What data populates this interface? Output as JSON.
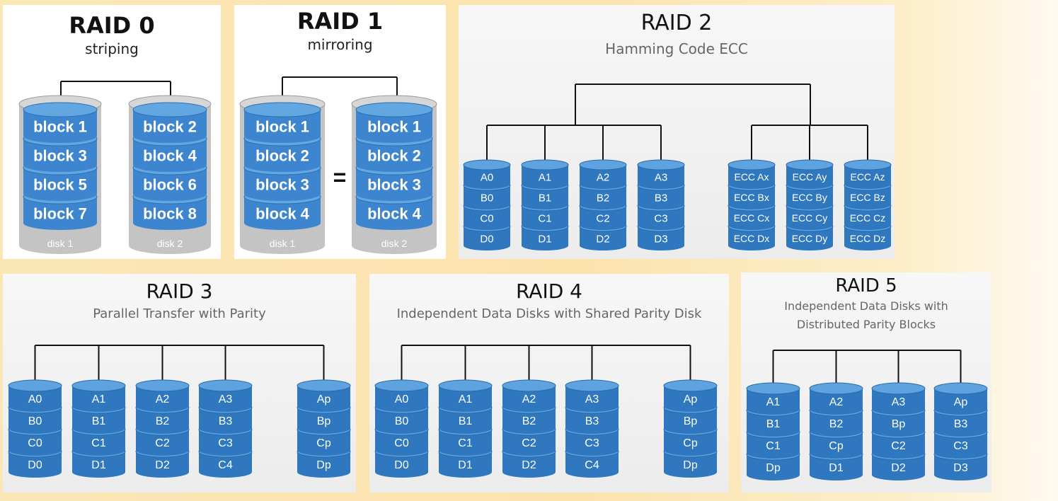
{
  "accent": "#2f7cc4",
  "disk_top": "#5ea3e0",
  "cylinder_gray": "#c8c8c8",
  "raid0": {
    "title": "RAID 0",
    "subtitle": "striping",
    "disks": [
      {
        "label": "disk 1",
        "blocks": [
          "block 1",
          "block 3",
          "block 5",
          "block 7"
        ]
      },
      {
        "label": "disk 2",
        "blocks": [
          "block 2",
          "block 4",
          "block 6",
          "block 8"
        ]
      }
    ]
  },
  "raid1": {
    "title": "RAID 1",
    "subtitle": "mirroring",
    "equals": "=",
    "disks": [
      {
        "label": "disk 1",
        "blocks": [
          "block 1",
          "block 2",
          "block 3",
          "block 4"
        ]
      },
      {
        "label": "disk 2",
        "blocks": [
          "block 1",
          "block 2",
          "block 3",
          "block 4"
        ]
      }
    ]
  },
  "raid2": {
    "title": "RAID 2",
    "subtitle": "Hamming Code ECC",
    "data_disks": [
      [
        "A0",
        "B0",
        "C0",
        "D0"
      ],
      [
        "A1",
        "B1",
        "C1",
        "D1"
      ],
      [
        "A2",
        "B2",
        "C2",
        "D2"
      ],
      [
        "A3",
        "B3",
        "C3",
        "D3"
      ]
    ],
    "ecc_disks": [
      [
        "ECC Ax",
        "ECC Bx",
        "ECC Cx",
        "ECC Dx"
      ],
      [
        "ECC Ay",
        "ECC By",
        "ECC Cy",
        "ECC Dy"
      ],
      [
        "ECC Az",
        "ECC Bz",
        "ECC Cz",
        "ECC Dz"
      ]
    ]
  },
  "raid3": {
    "title": "RAID 3",
    "subtitle": "Parallel Transfer with Parity",
    "disks": [
      [
        "A0",
        "B0",
        "C0",
        "D0"
      ],
      [
        "A1",
        "B1",
        "C1",
        "D1"
      ],
      [
        "A2",
        "B2",
        "C2",
        "D2"
      ],
      [
        "A3",
        "B3",
        "C3",
        "C4"
      ],
      [
        "Ap",
        "Bp",
        "Cp",
        "Dp"
      ]
    ]
  },
  "raid4": {
    "title": "RAID 4",
    "subtitle": "Independent Data Disks with Shared Parity Disk",
    "disks": [
      [
        "A0",
        "B0",
        "C0",
        "D0"
      ],
      [
        "A1",
        "B1",
        "C1",
        "D1"
      ],
      [
        "A2",
        "B2",
        "C2",
        "D2"
      ],
      [
        "A3",
        "B3",
        "C3",
        "C4"
      ],
      [
        "Ap",
        "Bp",
        "Cp",
        "Dp"
      ]
    ]
  },
  "raid5": {
    "title": "RAID 5",
    "subtitle_line1": "Independent Data Disks with",
    "subtitle_line2": "Distributed Parity Blocks",
    "disks": [
      [
        "A1",
        "B1",
        "C1",
        "Dp"
      ],
      [
        "A2",
        "B2",
        "Cp",
        "D1"
      ],
      [
        "A3",
        "Bp",
        "C2",
        "D2"
      ],
      [
        "Ap",
        "B3",
        "C3",
        "D3"
      ]
    ]
  }
}
